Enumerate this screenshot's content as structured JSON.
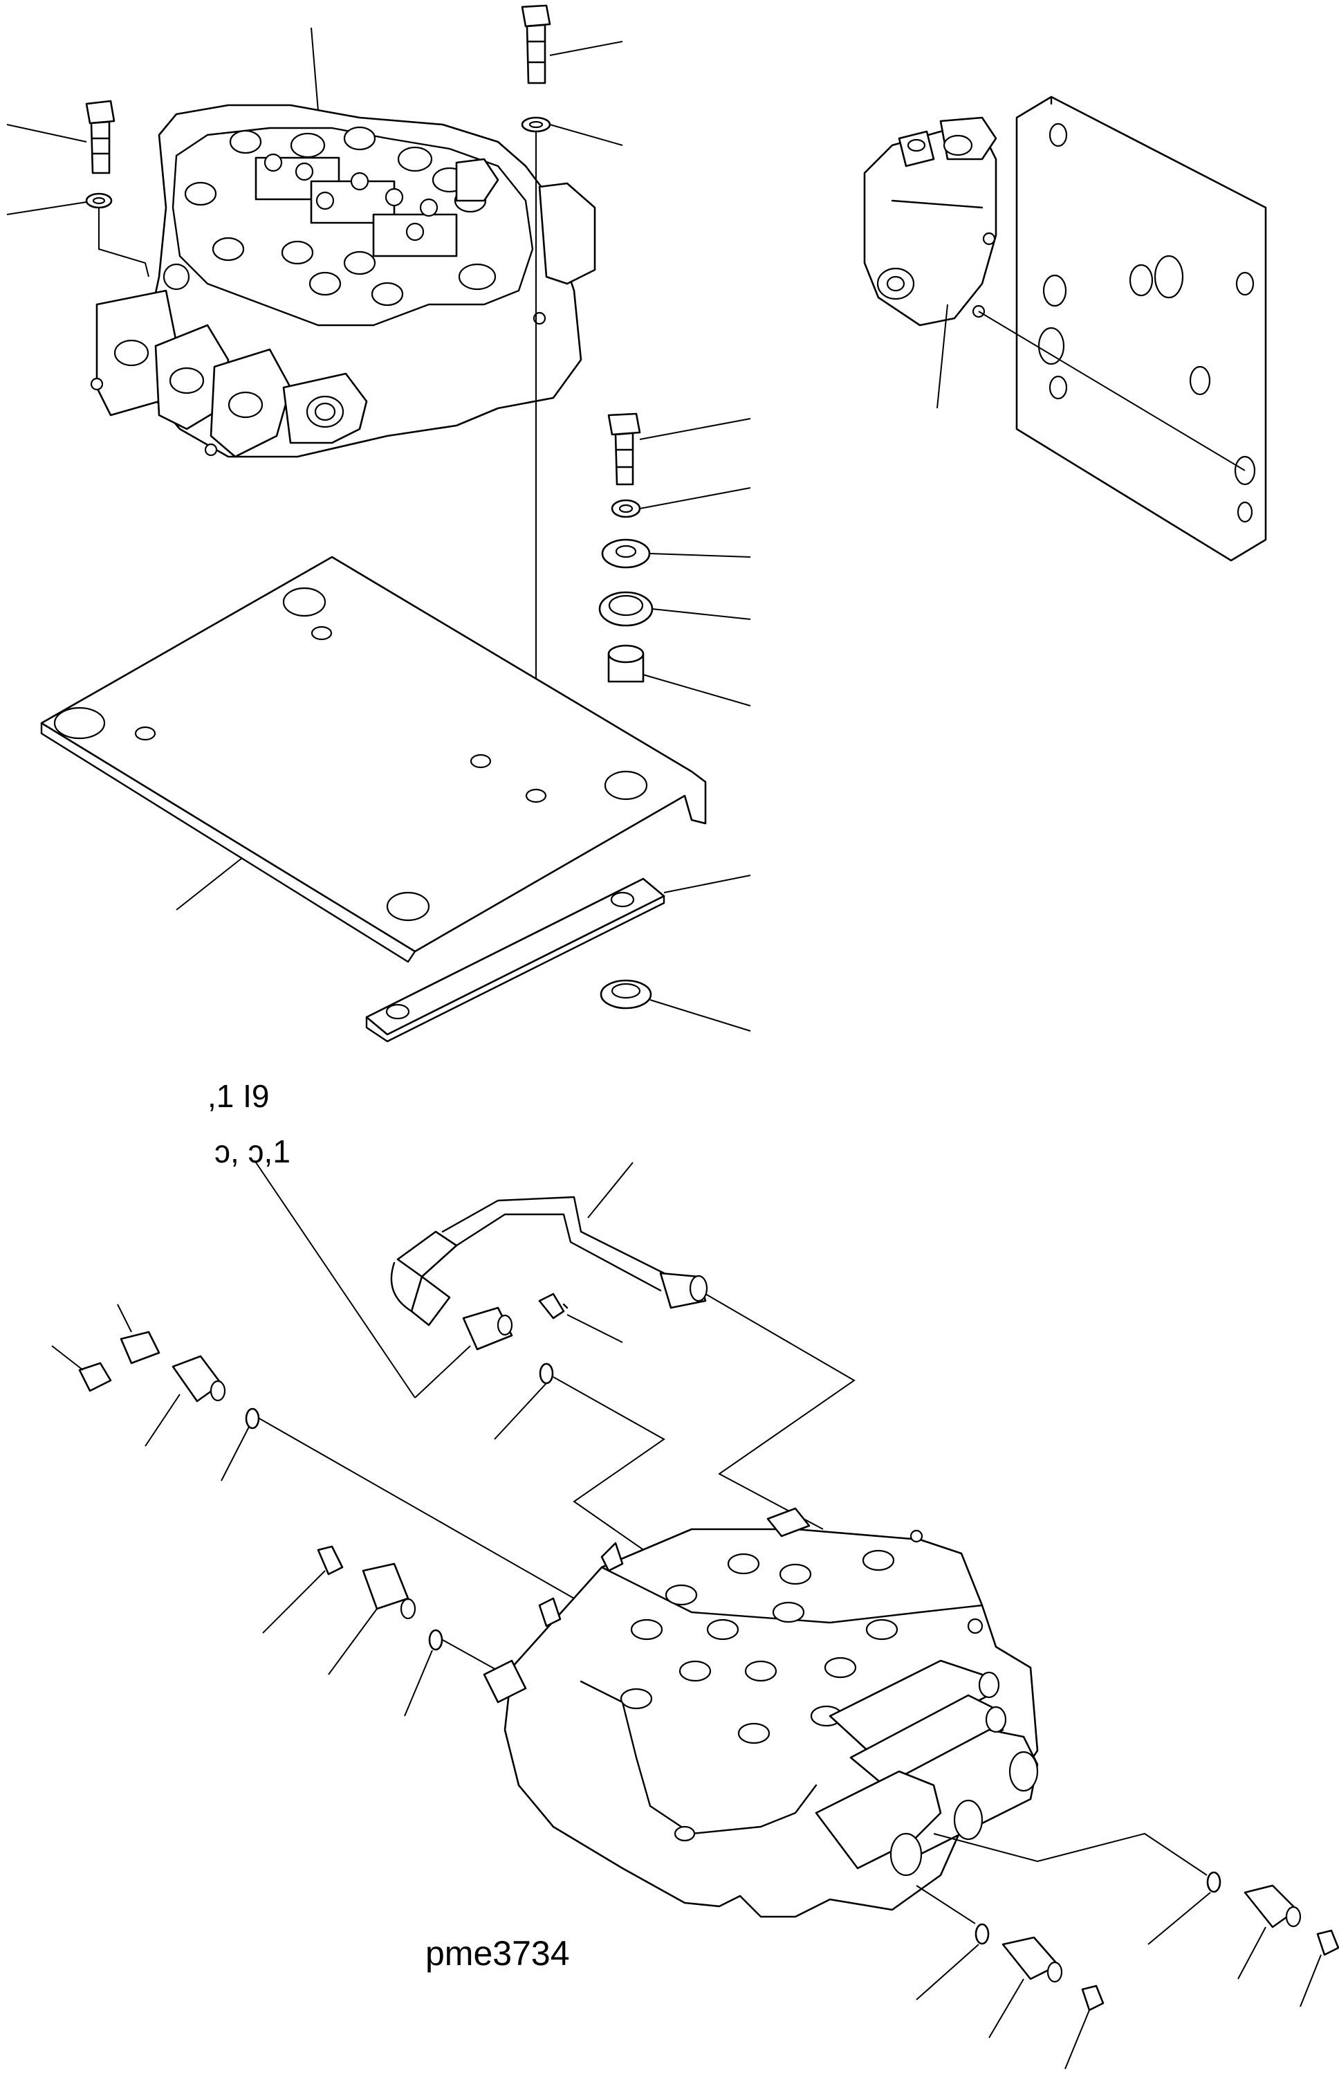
{
  "figure": {
    "code": "pme3734",
    "partial_labels": {
      "upper": ",1  I9",
      "lower": "ɔ,  ɔ,1"
    }
  }
}
